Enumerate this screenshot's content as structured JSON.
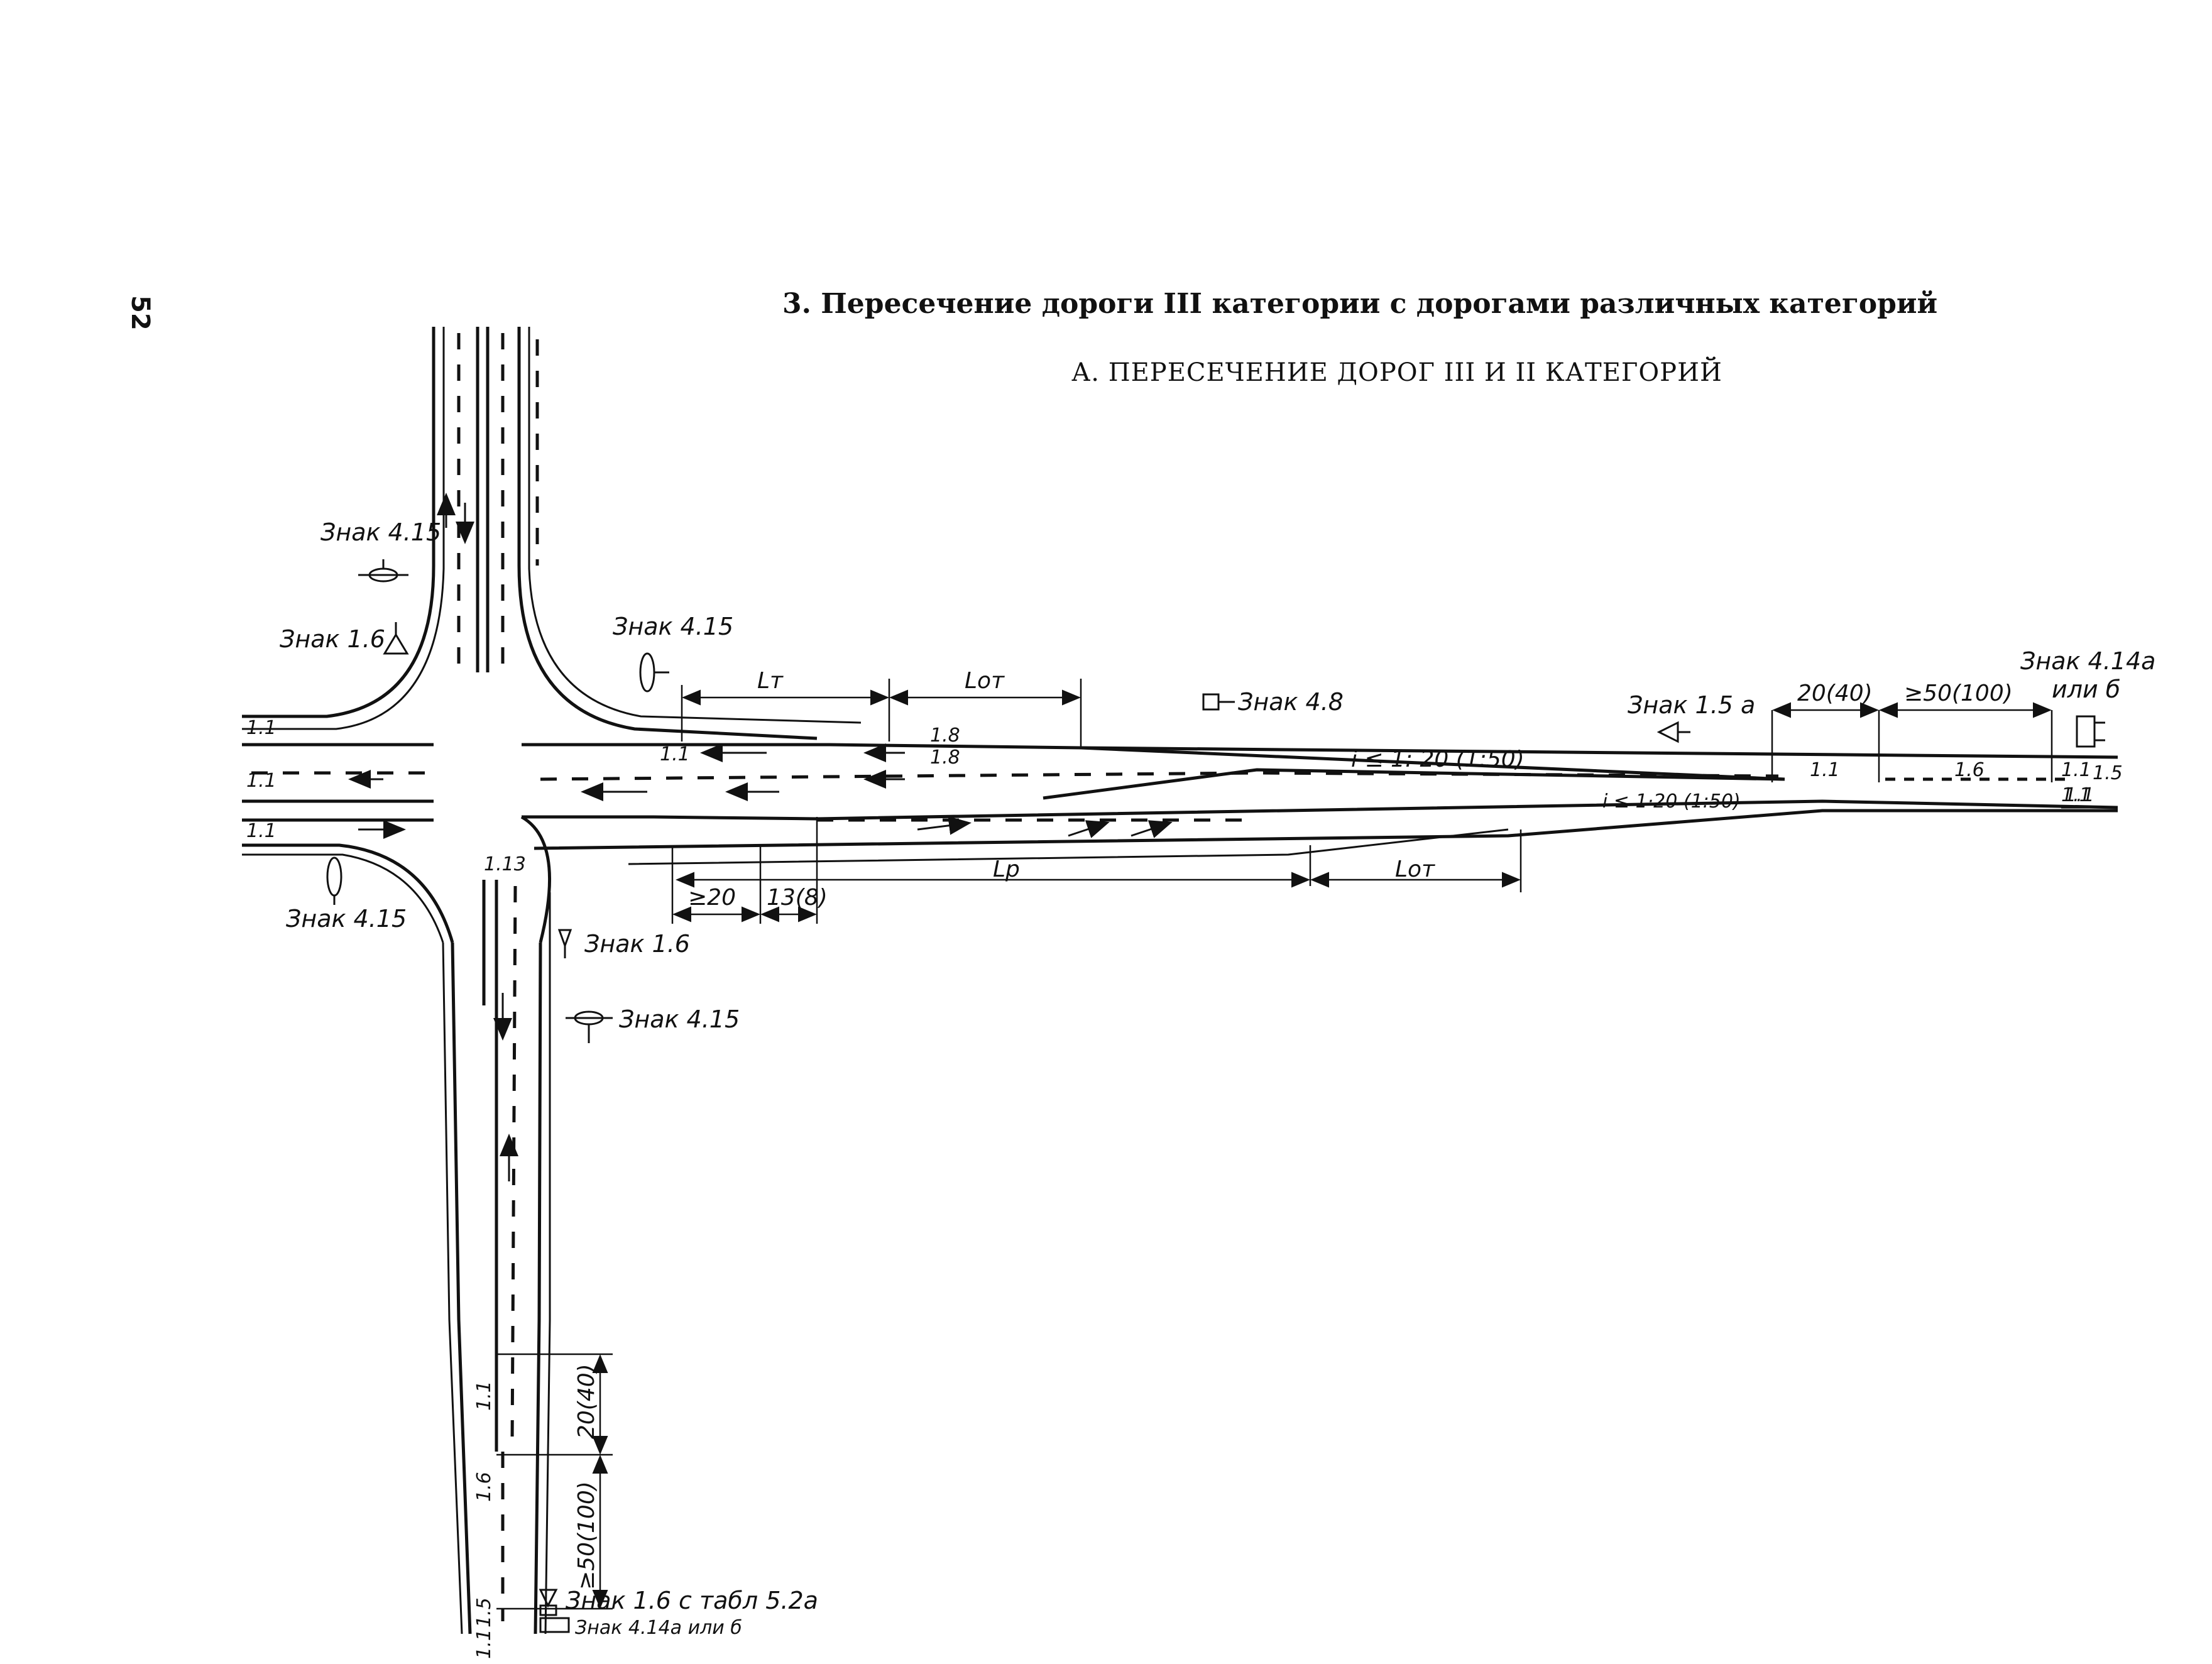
{
  "page_number": "52",
  "title": "3. Пересечение дороги III категории   с дорогами различных категорий",
  "subtitle": "А. ПЕРЕСЕЧЕНИЕ ДОРОГ III И II КАТЕГОРИЙ",
  "signs": {
    "sign_4_15_top_left": "Знак 4.15",
    "sign_1_6_top_left": "Знак 1.6",
    "sign_4_15_top_right": "Знак 4.15",
    "sign_4_8": "Знак 4.8",
    "sign_1_5a": "Знак 1.5 а",
    "sign_4_14_line1": "Знак 4.14а",
    "sign_4_14_line2": "или б",
    "sign_4_15_bottom_left": "Знак 4.15",
    "sign_1_6_bottom": "Знак 1.6",
    "sign_4_15_bottom_right": "Знак 4.15",
    "sign_1_6_tab": "Знак 1.6 с табл 5.2а",
    "sign_4_14_bottom": "Знак 4.14а или б"
  },
  "dimensions": {
    "l_t": "Lт",
    "l_ot_top": "Lот",
    "l_p": "Lр",
    "l_ot_bottom": "Lот",
    "min_20": "≥20",
    "d_13_8": "13(8)",
    "d_20_40_h": "20(40)",
    "d_50_100_h": "≥50(100)",
    "d_20_40_v": "20(40)",
    "d_50_100_v": "≥50(100)",
    "slope_top": "i ≤ 1: 20 (1:50)",
    "slope_bottom": "i ≤ 1·20 (1:50)"
  },
  "markings": {
    "m_1_1_a": "1.1",
    "m_1_1_b": "1.1",
    "m_1_1_c": "1.1",
    "m_1_1_d": "1.1",
    "m_1_8_a": "1.8",
    "m_1_8_b": "1.8",
    "m_1_1_e": "1.1",
    "m_1_1_f": "1.1",
    "m_1_6_h": "1.6",
    "m_1_1_g": "1.1",
    "m_1_5_h": "1.5",
    "m_1_1_h": "1.1",
    "m_1_13": "1.13",
    "m_1_1_v": "1.1",
    "m_1_6_v": "1.6",
    "m_1_5_v": "1.5",
    "m_1_1_v2": "1.1"
  }
}
